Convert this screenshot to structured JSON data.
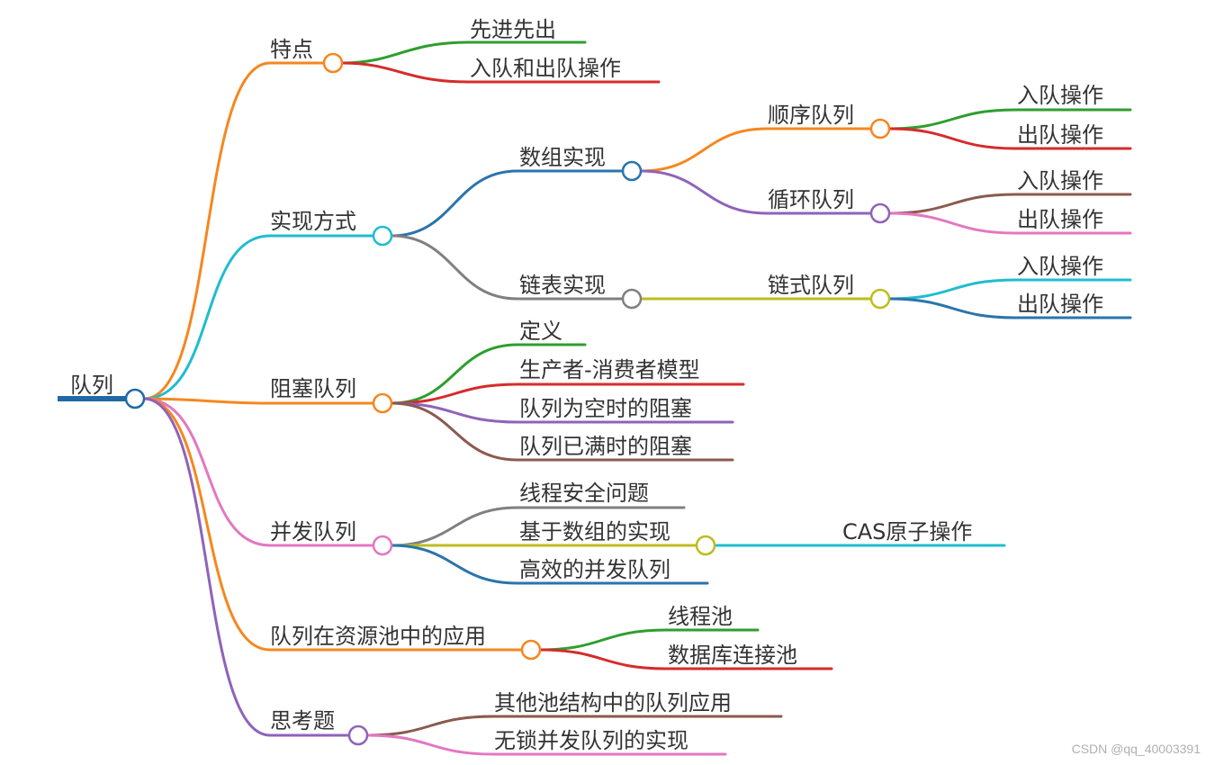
{
  "colors": {
    "orange": "#f5871f",
    "cyan": "#1fbdcf",
    "blue": "#2a74ab",
    "green": "#2e9e2e",
    "red": "#d62b2b",
    "purple": "#8f63ba",
    "brown": "#8b5a4f",
    "gray": "#808080",
    "olive": "#bdbd1f",
    "pink": "#e377c2",
    "root_blue": "#1f6aa6",
    "text": "#333333"
  },
  "root": {
    "label": "队列"
  },
  "branches": {
    "features": {
      "label": "特点",
      "children": [
        "先进先出",
        "入队和出队操作"
      ]
    },
    "impl": {
      "label": "实现方式",
      "array": {
        "label": "数组实现",
        "sequential": {
          "label": "顺序队列",
          "children": [
            "入队操作",
            "出队操作"
          ]
        },
        "circular": {
          "label": "循环队列",
          "children": [
            "入队操作",
            "出队操作"
          ]
        }
      },
      "linked": {
        "label": "链表实现",
        "chain": {
          "label": "链式队列",
          "children": [
            "入队操作",
            "出队操作"
          ]
        }
      }
    },
    "blocking": {
      "label": "阻塞队列",
      "children": [
        "定义",
        "生产者-消费者模型",
        "队列为空时的阻塞",
        "队列已满时的阻塞"
      ]
    },
    "concurrent": {
      "label": "并发队列",
      "children": [
        "线程安全问题",
        "基于数组的实现",
        "高效的并发队列"
      ],
      "cas": "CAS原子操作"
    },
    "pool": {
      "label": "队列在资源池中的应用",
      "children": [
        "线程池",
        "数据库连接池"
      ]
    },
    "thinking": {
      "label": "思考题",
      "children": [
        "其他池结构中的队列应用",
        "无锁并发队列的实现"
      ]
    }
  },
  "watermark": "CSDN @qq_40003391"
}
